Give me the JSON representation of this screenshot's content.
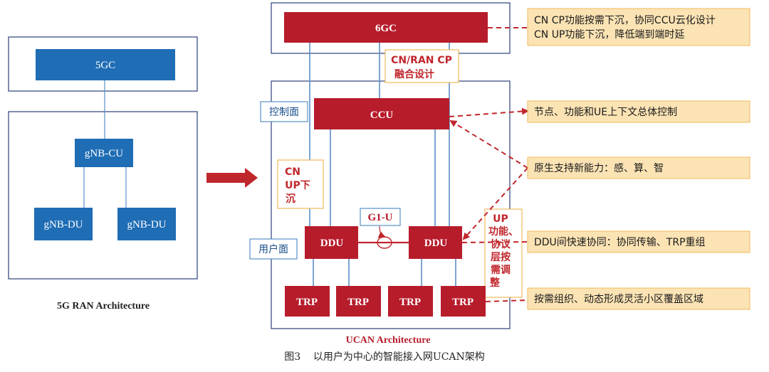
{
  "left": {
    "core": "5GC",
    "cu": "gNB-CU",
    "du_left": "gNB-DU",
    "du_right": "gNB-DU",
    "title": "5G RAN Architecture"
  },
  "right": {
    "core": "6GC",
    "ccu": "CCU",
    "ddu_left": "DDU",
    "ddu_right": "DDU",
    "trps": [
      "TRP",
      "TRP",
      "TRP",
      "TRP"
    ],
    "title": "UCAN Architecture",
    "cn_ran_label": [
      "CN/RAN CP",
      "融合设计"
    ],
    "control_plane_label": "控制面",
    "user_plane_label": "用户面",
    "cn_up_label": [
      "CN",
      "UP下",
      "沉"
    ],
    "g1u_label": "G1-U",
    "up_adjust_label": [
      "UP",
      "功能、",
      "协议",
      "层按",
      "需调",
      "整"
    ]
  },
  "notes": [
    [
      "CN CP功能按需下沉，协同CCU云化设计",
      "CN UP功能下沉，降低端到端时延"
    ],
    [
      "节点、功能和UE上下文总体控制"
    ],
    [
      "原生支持新能力：感、算、智"
    ],
    [
      "DDU间快速协同：协同传输、TRP重组"
    ],
    [
      "按需组织、动态形成灵活小区覆盖区域"
    ]
  ],
  "caption": "图3    以用户为中心的智能接入网UCAN架构",
  "colors": {
    "blue_box": "#1f6db5",
    "red_box": "#b71c2b",
    "note_fill": "#fbe3b4",
    "note_border": "#f0b95c",
    "frame": "#2b3f7a",
    "link": "#5a90c8",
    "arrow": "#c0272d"
  }
}
